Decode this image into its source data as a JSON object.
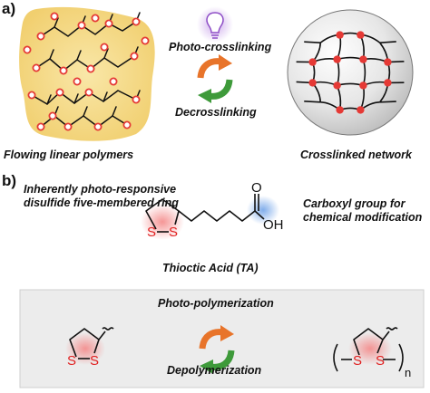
{
  "panel_a": {
    "label": "a)",
    "left_caption": "Flowing linear polymers",
    "right_caption": "Crosslinked network",
    "forward_process": "Photo-crosslinking",
    "reverse_process": "Decrosslinking",
    "icon": "light-bulb-icon",
    "colors": {
      "polymer_blob": "#f6dd8c",
      "node": "#e53935",
      "sphere": "#e4e4e4",
      "arrow_forward": "#e8742a",
      "arrow_reverse": "#3e9a3a",
      "bulb": "#a56ad0"
    }
  },
  "panel_b": {
    "label": "b)",
    "disulfide_note": [
      "Inherently photo-responsive",
      "disulfide five-membered ring"
    ],
    "carboxyl_note": [
      "Carboxyl group for",
      "chemical modification"
    ],
    "molecule_name": "Thioctic Acid (TA)",
    "atoms": {
      "sulfur": "S",
      "oxygen": "O",
      "hydroxyl": "OH",
      "subscript": "n"
    },
    "forward_process": "Photo-polymerization",
    "reverse_process": "Depolymerization",
    "colors": {
      "highlight_red": "#f4a0a0",
      "highlight_blue": "#8fb6ec",
      "box_bg": "#ececec"
    }
  }
}
